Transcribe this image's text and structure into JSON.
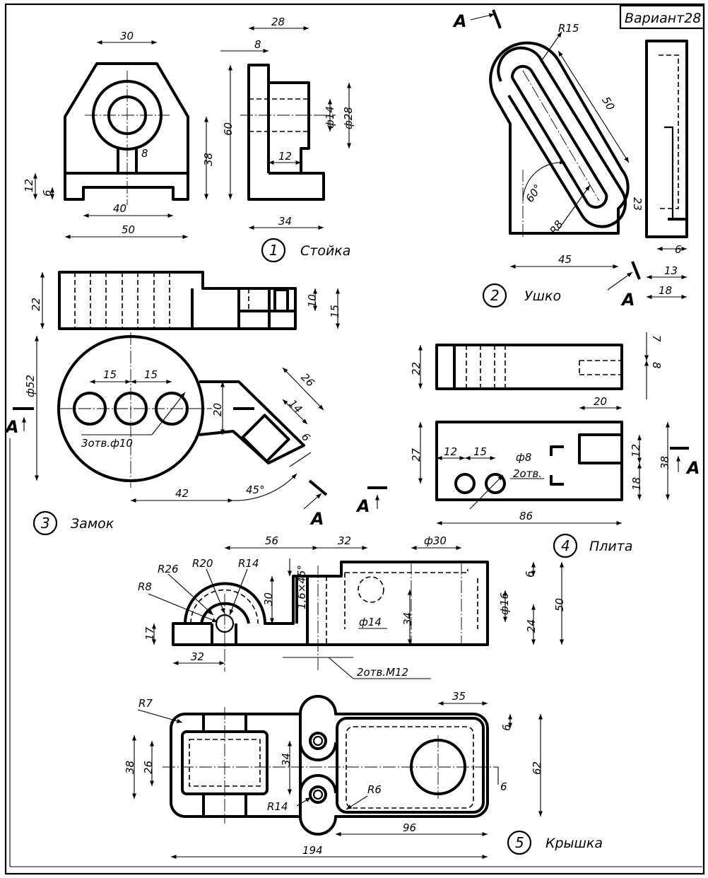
{
  "variant_label": "Вариант28",
  "section_mark": "A",
  "parts": [
    {
      "number": "1",
      "name": "Стойка"
    },
    {
      "number": "2",
      "name": "Ушко"
    },
    {
      "number": "3",
      "name": "Замок"
    },
    {
      "number": "4",
      "name": "Плита"
    },
    {
      "number": "5",
      "name": "Крышка"
    }
  ],
  "dims": {
    "stoika": {
      "top_width": "30",
      "width_28": "28",
      "d8_top": "8",
      "height_60": "60",
      "slot_8": "8",
      "height_38": "38",
      "h12": "12",
      "h6": "6",
      "w40": "40",
      "w50": "50",
      "d14": "ф14",
      "d28": "ф28",
      "w12": "12",
      "w34": "34"
    },
    "ushko": {
      "r15": "R15",
      "len50": "50",
      "ang60": "60°",
      "r8": "R8",
      "d23": "23",
      "w45": "45",
      "d6": "6",
      "d13": "13",
      "d18": "18"
    },
    "zamok": {
      "h22": "22",
      "h10": "10",
      "h15": "15",
      "d52": "ф52",
      "s15a": "15",
      "s15b": "15",
      "holes": "3отв.ф10",
      "h20": "20",
      "l26": "26",
      "l14": "14",
      "l6": "6",
      "l42": "42",
      "ang45": "45°"
    },
    "plita": {
      "h22": "22",
      "d7": "7",
      "d8": "8",
      "w20": "20",
      "h27": "27",
      "s12": "12",
      "s15": "15",
      "d8h": "ф8",
      "holes": "2отв.",
      "d12": "12",
      "h38": "38",
      "h18": "18",
      "w86": "86"
    },
    "kryshka_top": {
      "r26": "R26",
      "r20": "R20",
      "r14": "R14",
      "r8": "R8",
      "w56": "56",
      "w32": "32",
      "d30": "ф30",
      "h30": "30",
      "chamfer": "1,6×45°",
      "d14": "ф14",
      "h34": "34",
      "d16": "ф16",
      "h6": "6",
      "h24": "24",
      "h50": "50",
      "h17": "17",
      "w32b": "32",
      "thread": "2отв.М12"
    },
    "kryshka_bottom": {
      "r7": "R7",
      "w35": "35",
      "d6": "6",
      "h38": "38",
      "h26": "26",
      "h34": "34",
      "r6": "R6",
      "d6b": "6",
      "h62": "62",
      "r14": "R14",
      "w96": "96",
      "w194": "194"
    }
  }
}
